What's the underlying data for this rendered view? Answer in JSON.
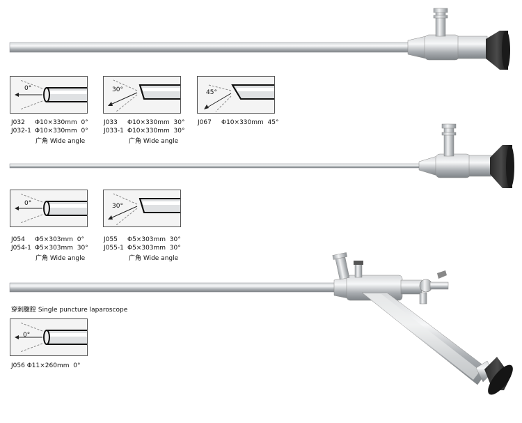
{
  "groups": [
    {
      "panels": [
        {
          "angle": "0°",
          "items": [
            {
              "code": "J032",
              "spec": "Φ10×330mm  0°"
            },
            {
              "code": "J032-1",
              "spec": "Φ10×330mm  0°"
            }
          ],
          "note": "广角 Wide angle"
        },
        {
          "angle": "30°",
          "items": [
            {
              "code": "J033",
              "spec": "Φ10×330mm  30°"
            },
            {
              "code": "J033-1",
              "spec": "Φ10×330mm  30°"
            }
          ],
          "note": "广角 Wide angle"
        },
        {
          "angle": "45°",
          "items": [
            {
              "code": "J067",
              "spec": "Φ10×330mm  45°"
            }
          ],
          "note": ""
        }
      ]
    },
    {
      "panels": [
        {
          "angle": "0°",
          "items": [
            {
              "code": "J054",
              "spec": "Φ5×303mm  0°"
            },
            {
              "code": "J054-1",
              "spec": "Φ5×303mm  30°"
            }
          ],
          "note": "广角 Wide angle"
        },
        {
          "angle": "30°",
          "items": [
            {
              "code": "J055",
              "spec": "Φ5×303mm  30°"
            },
            {
              "code": "J055-1",
              "spec": "Φ5×303mm  30°"
            }
          ],
          "note": "广角 Wide angle"
        }
      ]
    },
    {
      "caption": "穿刺腹腔 Single puncture laparoscope",
      "panels": [
        {
          "angle": "0°",
          "items": [
            {
              "code": "J056",
              "spec": "Φ11×260mm  0°"
            }
          ],
          "note": ""
        }
      ]
    }
  ]
}
